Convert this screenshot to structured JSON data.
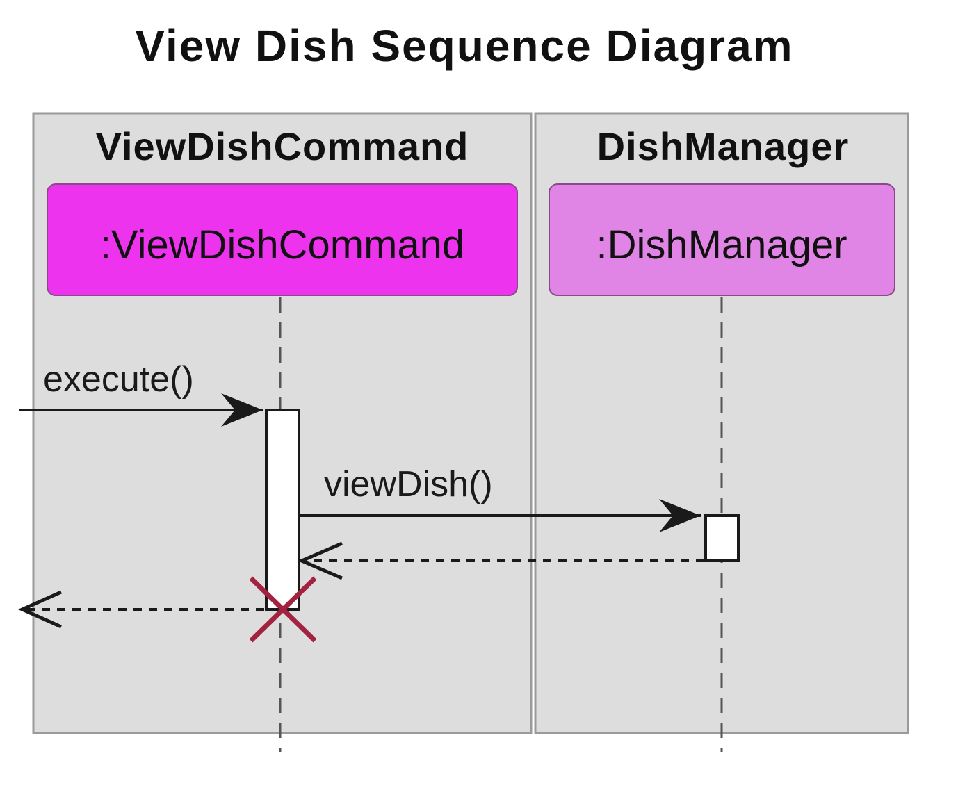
{
  "title": "View Dish Sequence Diagram",
  "boxes": [
    {
      "title": "ViewDishCommand"
    },
    {
      "title": "DishManager"
    }
  ],
  "participants": [
    {
      "label": ":ViewDishCommand",
      "color": "#ee33ee"
    },
    {
      "label": ":DishManager",
      "color": "#e085e5"
    }
  ],
  "messages": [
    {
      "label": "execute()",
      "from": "external",
      "to": ":ViewDishCommand",
      "kind": "sync"
    },
    {
      "label": "viewDish()",
      "from": ":ViewDishCommand",
      "to": ":DishManager",
      "kind": "sync"
    },
    {
      "label": "",
      "from": ":DishManager",
      "to": ":ViewDishCommand",
      "kind": "return"
    },
    {
      "label": "",
      "from": ":ViewDishCommand",
      "to": "external",
      "kind": "return"
    }
  ],
  "destroy": {
    "participant": ":ViewDishCommand",
    "color": "#a3223f"
  },
  "colors": {
    "box_fill": "#dddddd",
    "box_stroke": "#9a9a9a",
    "line": "#1a1a1a"
  }
}
